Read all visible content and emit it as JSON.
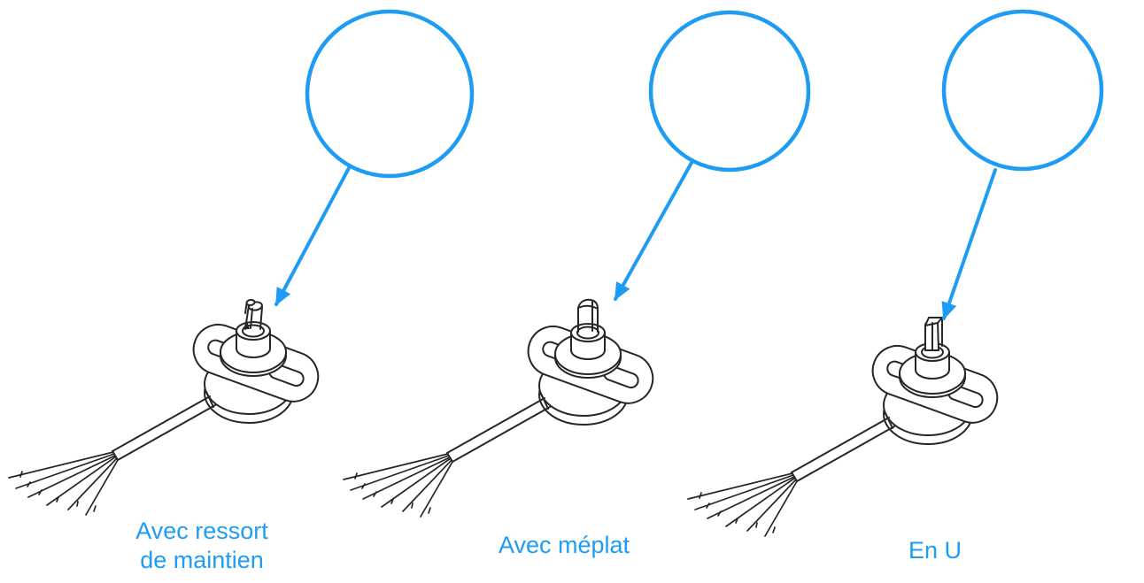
{
  "figure": {
    "description": "Trois variantes d'axe de capteur rotatif avec loupe de détail",
    "colors": {
      "accent": "#1E9CF4",
      "line": "#262626",
      "background": "#FFFFFF"
    },
    "variants": [
      {
        "id": "ressort",
        "caption_lines": [
          "Avec ressort",
          "de maintien"
        ]
      },
      {
        "id": "meplat",
        "caption_lines": [
          "Avec méplat"
        ]
      },
      {
        "id": "u",
        "caption_lines": [
          "En U"
        ]
      }
    ]
  }
}
